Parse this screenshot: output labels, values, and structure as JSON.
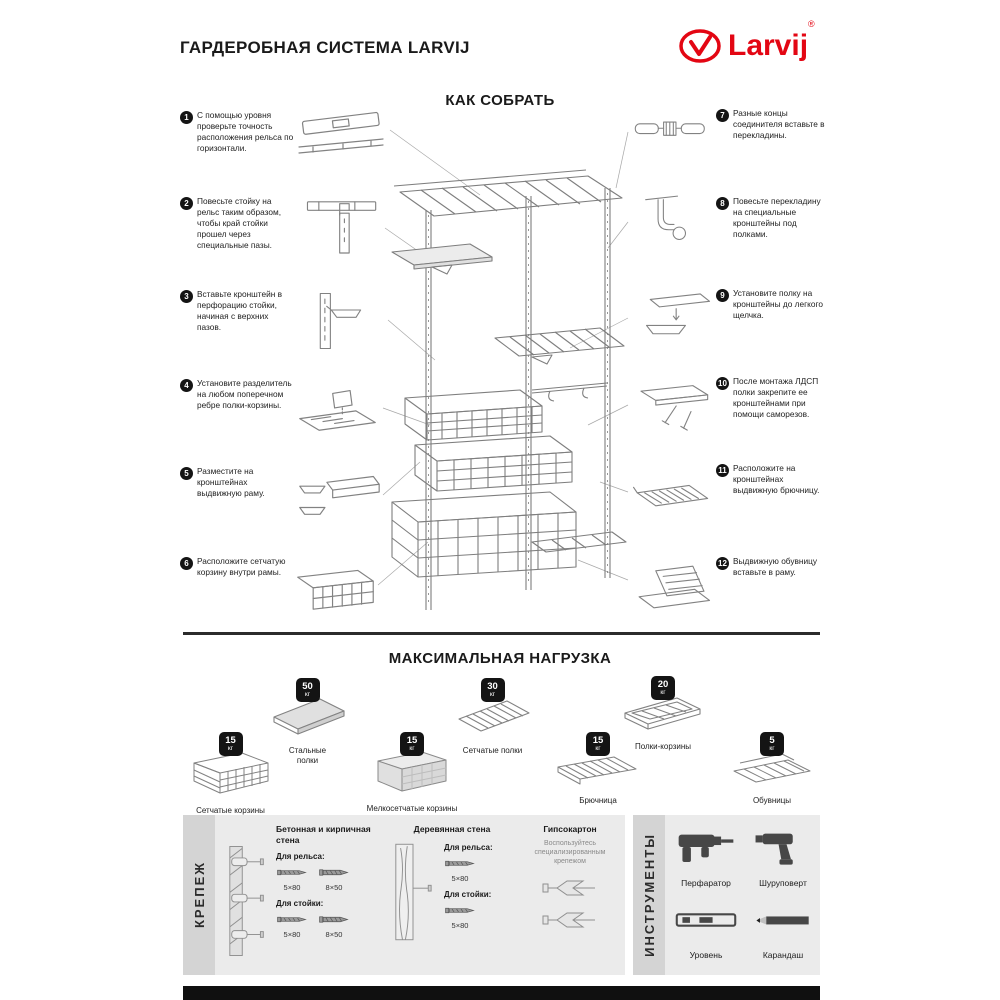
{
  "header": {
    "title": "ГАРДЕРОБНАЯ СИСТЕМА LARVIJ",
    "brand": "Larvij",
    "registered_mark": "®"
  },
  "assembly": {
    "heading": "КАК СОБРАТЬ",
    "steps_left": [
      {
        "num": "1",
        "text": "С помощью уровня проверьте точность расположения рельса по горизонтали."
      },
      {
        "num": "2",
        "text": "Повесьте стойку на рельс таким образом, чтобы край стойки прошел через специальные пазы."
      },
      {
        "num": "3",
        "text": "Вставьте кронштейн в перфорацию стойки, начиная с верхних пазов."
      },
      {
        "num": "4",
        "text": "Установите разделитель на любом поперечном ребре полки-корзины."
      },
      {
        "num": "5",
        "text": "Разместите на кронштейнах выдвижную раму."
      },
      {
        "num": "6",
        "text": "Расположите сетчатую корзину внутри рамы."
      }
    ],
    "steps_right": [
      {
        "num": "7",
        "text": "Разные концы соединителя вставьте в перекладины."
      },
      {
        "num": "8",
        "text": "Повесьте перекладину на специальные кронштейны под полками."
      },
      {
        "num": "9",
        "text": "Установите полку на кронштейны до легкого щелчка."
      },
      {
        "num": "10",
        "text": "После монтажа ЛДСП полки закрепите ее кронштейнами при помощи саморезов."
      },
      {
        "num": "11",
        "text": "Расположите на кронштейнах выдвижную брючницу."
      },
      {
        "num": "12",
        "text": "Выдвижную обувницу вставьте в раму."
      }
    ]
  },
  "load": {
    "heading": "МАКСИМАЛЬНАЯ НАГРУЗКА",
    "unit": "кг",
    "items": [
      {
        "label": "Стальные полки",
        "weight": "50"
      },
      {
        "label": "Сетчатые полки",
        "weight": "30"
      },
      {
        "label": "Полки-корзины",
        "weight": "20"
      },
      {
        "label": "Сетчатые корзины",
        "weight": "15"
      },
      {
        "label": "Мелкосетчатые корзины",
        "weight": "15"
      },
      {
        "label": "Брючница",
        "weight": "15"
      },
      {
        "label": "Обувницы",
        "weight": "5"
      }
    ]
  },
  "fasteners": {
    "sidebar_label": "КРЕПЕЖ",
    "concrete": {
      "title": "Бетонная и кирпичная стена",
      "rail_label": "Для рельса:",
      "rail_sizes": [
        "5×80",
        "8×50"
      ],
      "post_label": "Для стойки:",
      "post_sizes": [
        "5×80",
        "8×50"
      ]
    },
    "wood": {
      "title": "Деревянная стена",
      "rail_label": "Для рельса:",
      "rail_sizes": [
        "5×80"
      ],
      "post_label": "Для стойки:",
      "post_sizes": [
        "5×80"
      ]
    },
    "drywall": {
      "title": "Гипсокартон",
      "note": "Воспользуйтесь специализированным крепежом"
    }
  },
  "tools": {
    "sidebar_label": "ИНСТРУМЕНТЫ",
    "items": [
      {
        "label": "Перфаратор"
      },
      {
        "label": "Шуруповерт"
      },
      {
        "label": "Уровень"
      },
      {
        "label": "Карандаш"
      }
    ]
  }
}
